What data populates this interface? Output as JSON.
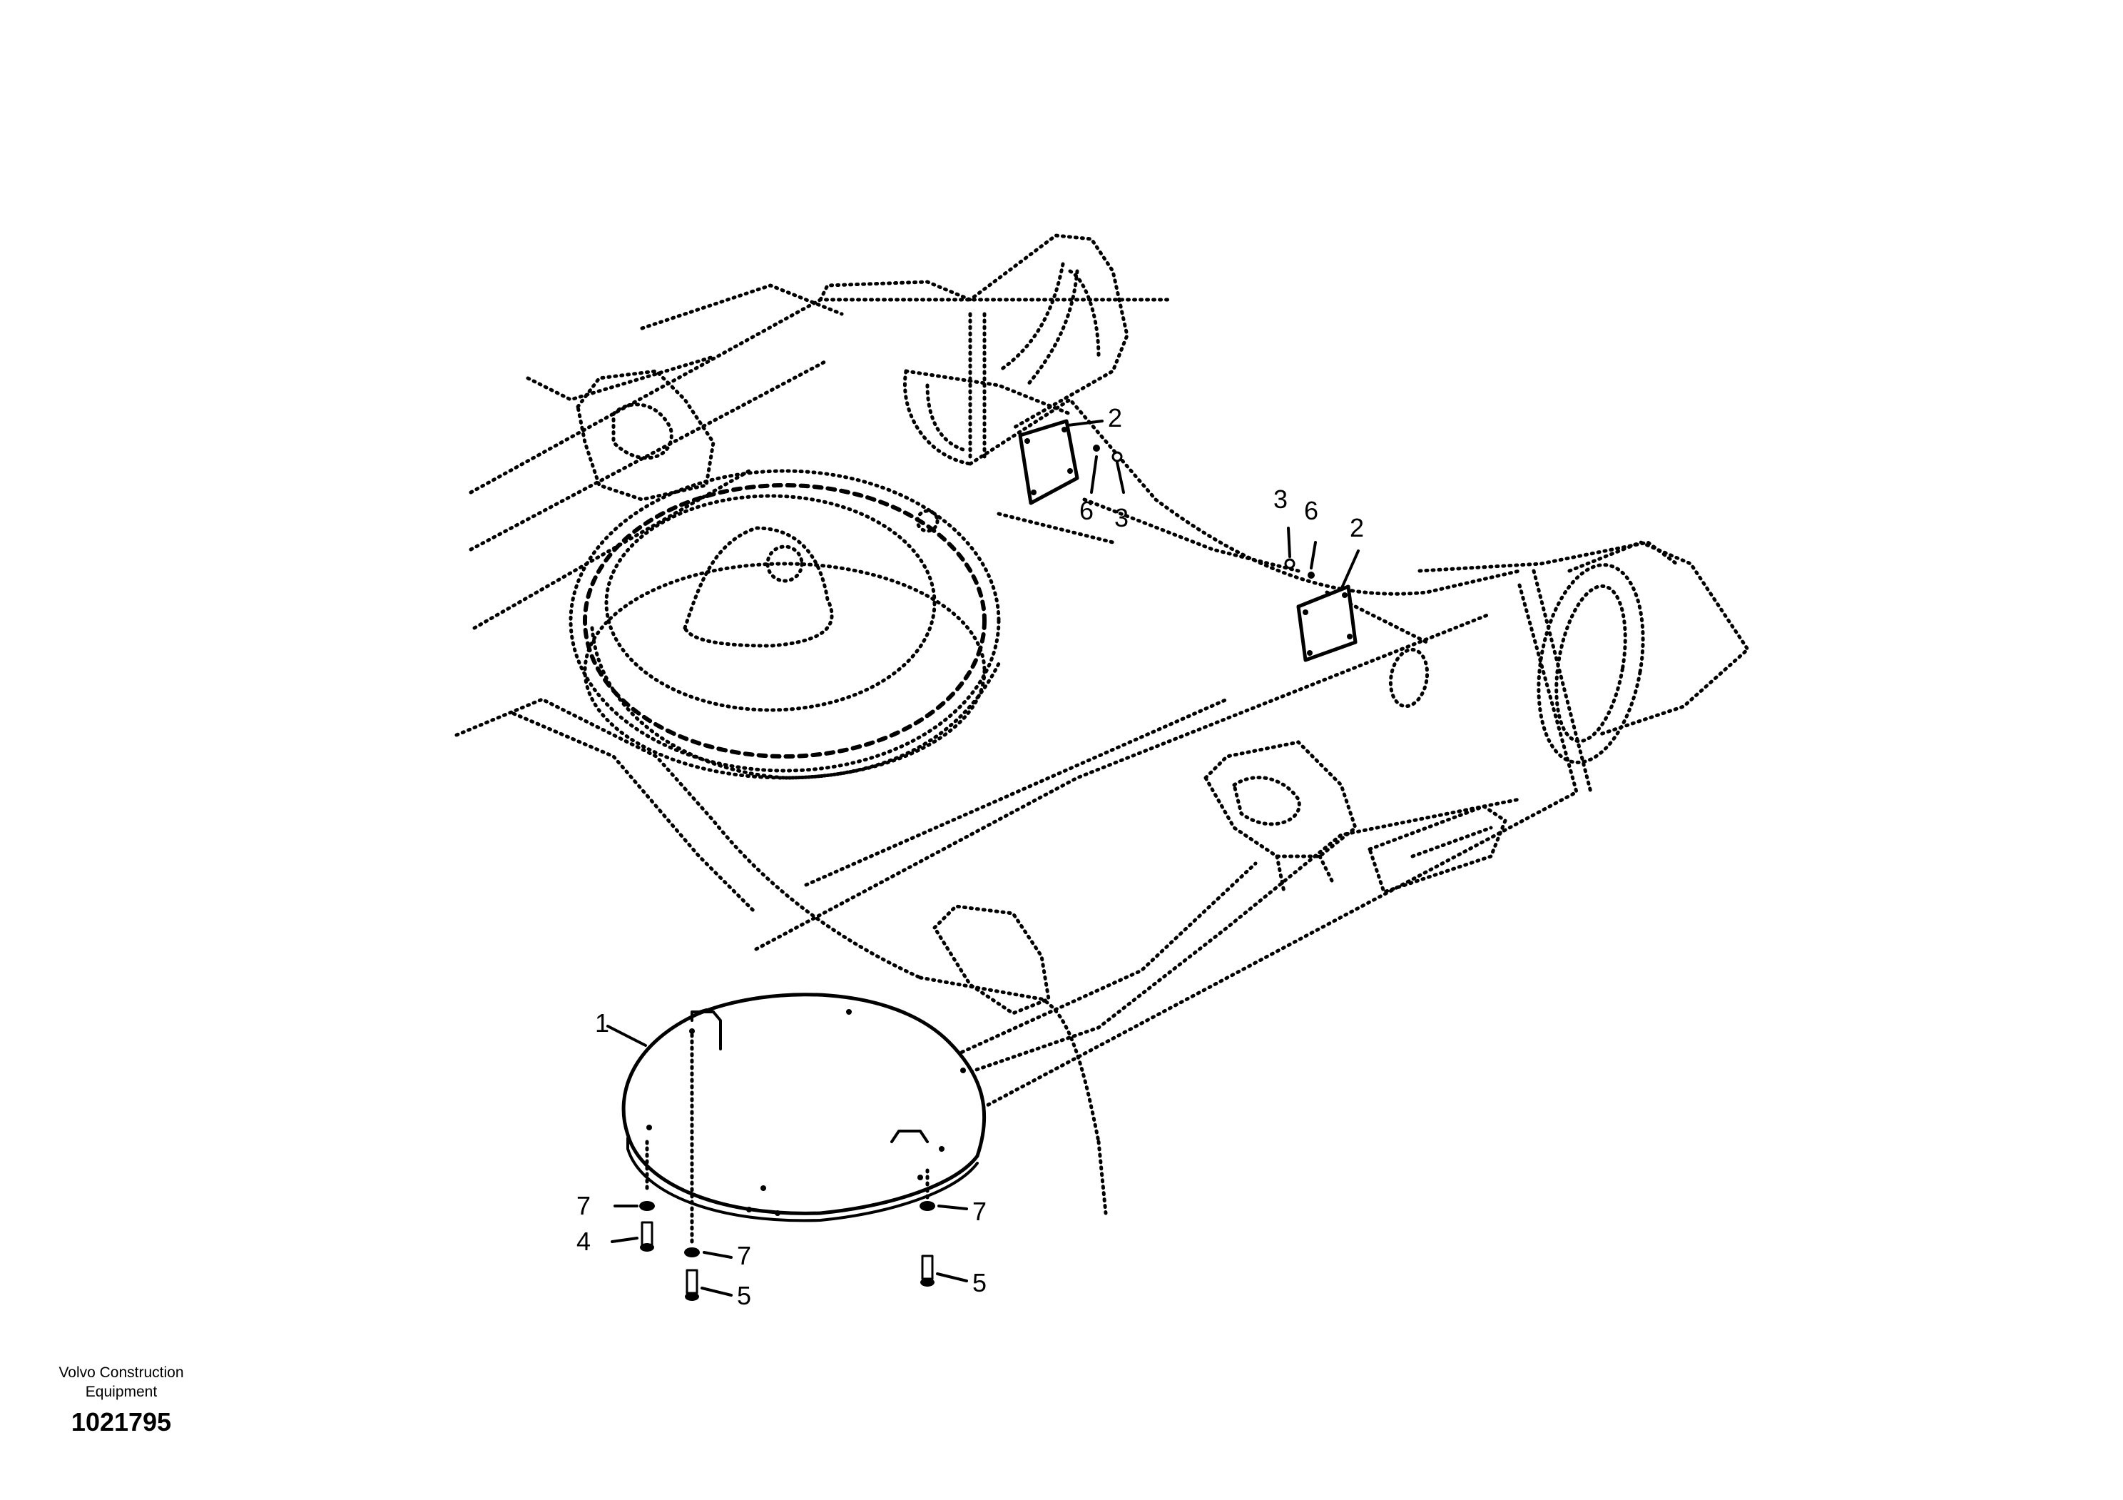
{
  "callouts": {
    "upper_left_plate": "2",
    "upper_left_washer": "6",
    "upper_left_screw": "3",
    "upper_right_screw": "3",
    "upper_right_washer": "6",
    "upper_right_plate": "2",
    "bottom_cover": "1",
    "left_washer": "7",
    "left_bolt": "4",
    "middle_washer": "7",
    "middle_bolt": "5",
    "right_washer": "7",
    "right_bolt": "5"
  },
  "footer": {
    "company_line1": "Volvo Construction",
    "company_line2": "Equipment",
    "drawing_number": "1021795"
  }
}
